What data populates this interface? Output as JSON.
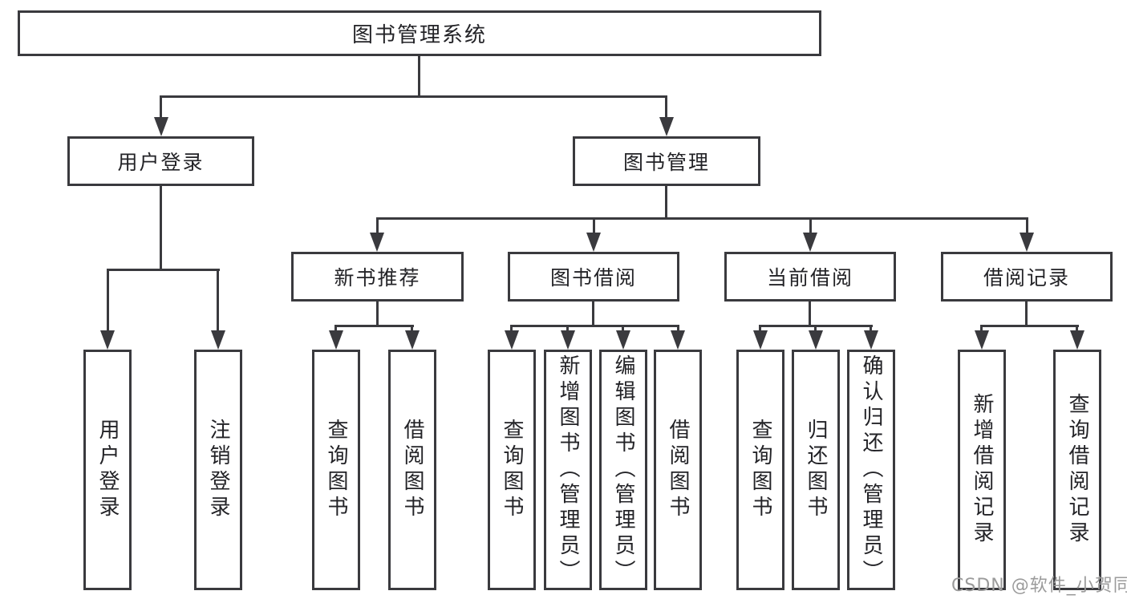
{
  "colors": {
    "background": "#ffffff",
    "line": "#3a3a3e",
    "text": "#232327",
    "watermark": "#9b9b9b"
  },
  "diagram": {
    "watermark": "CSDN @软件_小贺同学",
    "tree": {
      "root": "图书管理系统",
      "children": [
        {
          "label": "用户登录",
          "children": [
            "用户登录",
            "注销登录"
          ]
        },
        {
          "label": "图书管理",
          "children": [
            {
              "label": "新书推荐",
              "children": [
                "查询图书",
                "借阅图书"
              ]
            },
            {
              "label": "图书借阅",
              "children": [
                "查询图书",
                "新增图书（管理员）",
                "编辑图书（管理员）",
                "借阅图书"
              ]
            },
            {
              "label": "当前借阅",
              "children": [
                "查询图书",
                "归还图书",
                "确认归还（管理员）"
              ]
            },
            {
              "label": "借阅记录",
              "children": [
                "新增借阅记录",
                "查询借阅记录"
              ]
            }
          ]
        }
      ]
    }
  }
}
